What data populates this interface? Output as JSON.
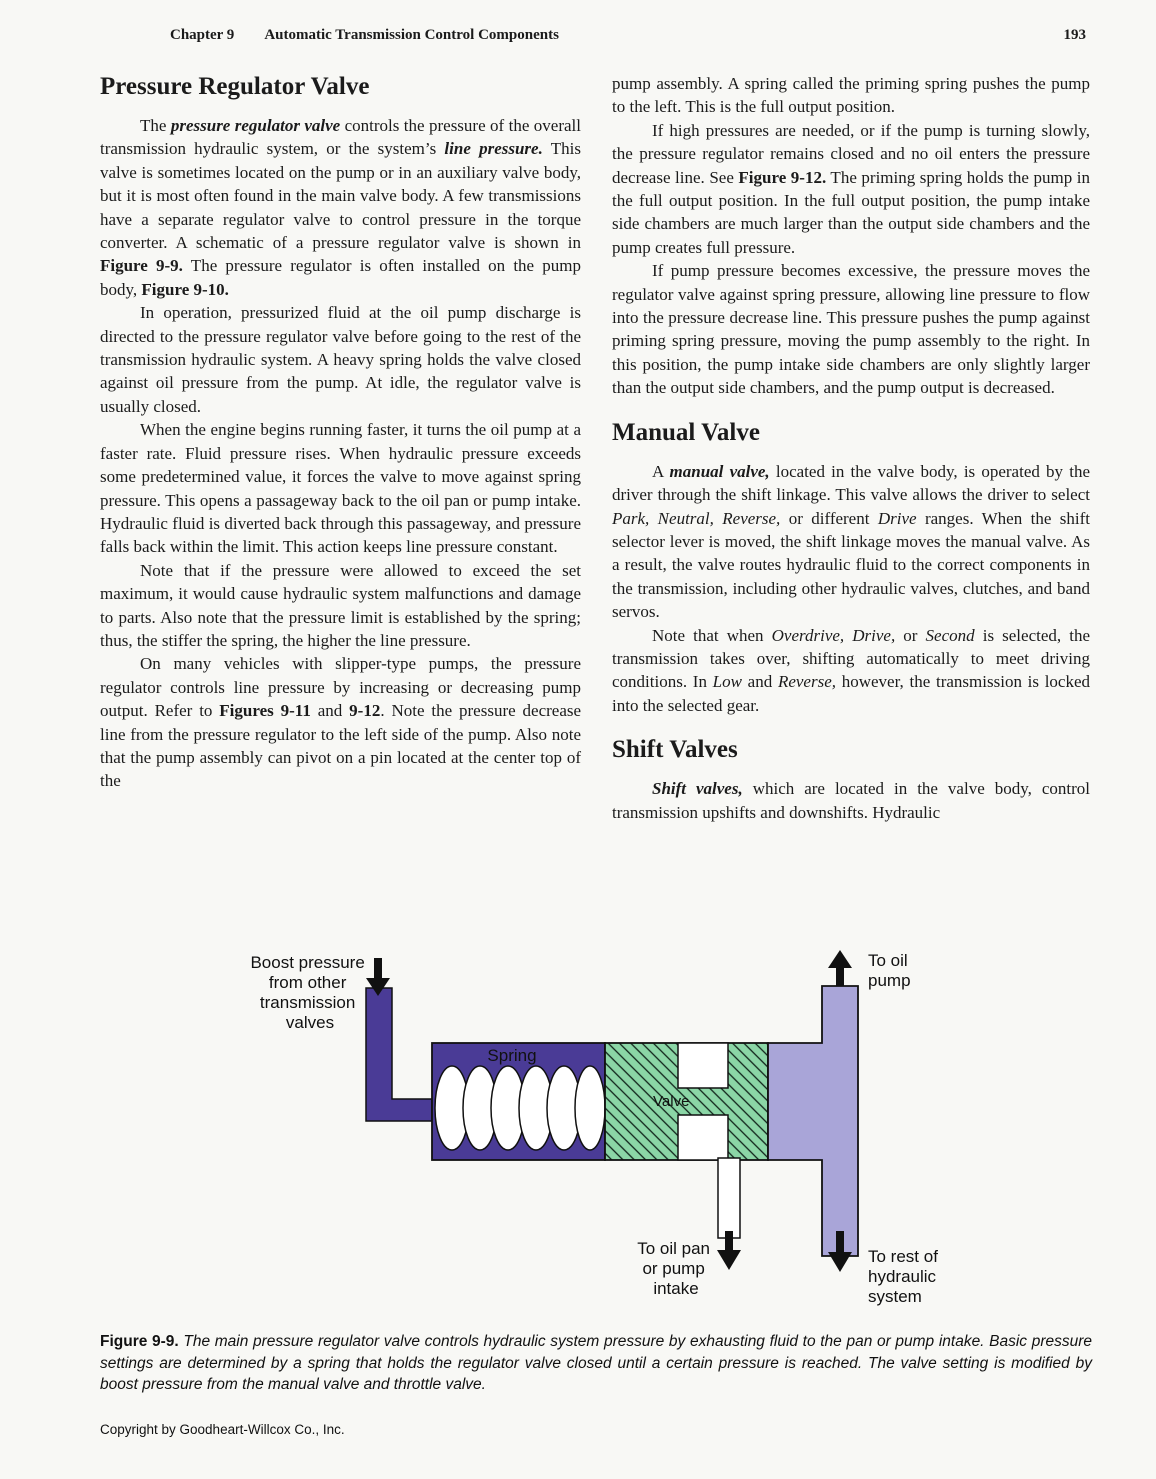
{
  "header": {
    "chapter": "Chapter 9",
    "title": "Automatic Transmission Control Components",
    "page_number": "193"
  },
  "left_column": {
    "heading": "Pressure Regulator Valve",
    "paragraphs": [
      [
        {
          "t": "The "
        },
        {
          "t": "pressure regulator valve",
          "b": true,
          "i": true
        },
        {
          "t": " controls the pressure of the overall transmission hydraulic system, or the system’s "
        },
        {
          "t": "line pressure.",
          "b": true,
          "i": true
        },
        {
          "t": " This valve is sometimes located on the pump or in an auxiliary valve body, but it is most often found in the main valve body. A few transmissions have a separate regulator valve to control pressure in the torque converter. A schematic of a pressure regulator valve is shown in "
        },
        {
          "t": "Figure 9-9.",
          "b": true
        },
        {
          "t": " The pressure regulator is often installed on the pump body, "
        },
        {
          "t": "Figure 9-10.",
          "b": true
        }
      ],
      [
        {
          "t": "In operation, pressurized fluid at the oil pump discharge is directed to the pressure regulator valve before going to the rest of the transmission hydraulic system. A heavy spring holds the valve closed against oil pressure from the pump. At idle, the regulator valve is usually closed."
        }
      ],
      [
        {
          "t": "When the engine begins running faster, it turns the oil pump at a faster rate. Fluid pressure rises. When hydraulic pressure exceeds some predetermined value, it forces the valve to move against spring pressure. This opens a passageway back to the oil pan or pump intake. Hydraulic fluid is diverted back through this passageway, and pressure falls back within the limit. This action keeps line pressure constant."
        }
      ],
      [
        {
          "t": "Note that if the pressure were allowed to exceed the set maximum, it would cause hydraulic system malfunctions and damage to parts. Also note that the pressure limit is established by the spring; thus, the stiffer the spring, the higher the line pressure."
        }
      ],
      [
        {
          "t": "On many vehicles with slipper-type pumps, the pressure regulator controls line pressure by increasing or decreasing pump output. Refer to "
        },
        {
          "t": "Figures 9-11",
          "b": true
        },
        {
          "t": " and "
        },
        {
          "t": "9-12",
          "b": true
        },
        {
          "t": ". Note the pressure decrease line from the pressure regulator to the left side of the pump. Also note that the pump assembly can pivot on a pin located at the center top of the"
        }
      ]
    ]
  },
  "right_column": {
    "continuation_paragraphs": [
      [
        {
          "t": "pump assembly. A spring called the priming spring pushes the pump to the left. This is the full output position."
        }
      ],
      [
        {
          "t": "If high pressures are needed, or if the pump is turning slowly, the pressure regulator remains closed and no oil enters the pressure decrease line. See "
        },
        {
          "t": "Figure 9-12.",
          "b": true
        },
        {
          "t": " The priming spring holds the pump in the full output position. In the full output position, the pump intake side chambers are much larger than the output side chambers and the pump creates full pressure."
        }
      ],
      [
        {
          "t": "If pump pressure becomes excessive, the pressure moves the regulator valve against spring pressure, allowing line pressure to flow into the pressure decrease line. This pressure pushes the pump against priming spring pressure, moving the pump assembly to the right. In this position, the pump intake side chambers are only slightly larger than the output side chambers, and the pump output is decreased."
        }
      ]
    ],
    "manual_valve": {
      "heading": "Manual Valve",
      "paragraphs": [
        [
          {
            "t": "A "
          },
          {
            "t": "manual valve,",
            "b": true,
            "i": true
          },
          {
            "t": " located in the valve body, is operated by the driver through the shift linkage. This valve allows the driver to select "
          },
          {
            "t": "Park, Neutral, Reverse,",
            "i": true
          },
          {
            "t": " or different "
          },
          {
            "t": "Drive",
            "i": true
          },
          {
            "t": " ranges. When the shift selector lever is moved, the shift linkage moves the manual valve. As a result, the valve routes hydraulic fluid to the correct components in the transmission, including other hydraulic valves, clutches, and band servos."
          }
        ],
        [
          {
            "t": "Note that when "
          },
          {
            "t": "Overdrive, Drive,",
            "i": true
          },
          {
            "t": " or "
          },
          {
            "t": "Second",
            "i": true
          },
          {
            "t": " is selected, the transmission takes over, shifting automatically to meet driving conditions. In "
          },
          {
            "t": "Low",
            "i": true
          },
          {
            "t": " and "
          },
          {
            "t": "Reverse,",
            "i": true
          },
          {
            "t": " however, the transmission is locked into the selected gear."
          }
        ]
      ]
    },
    "shift_valves": {
      "heading": "Shift Valves",
      "paragraphs": [
        [
          {
            "t": "Shift valves,",
            "b": true,
            "i": true
          },
          {
            "t": " which are located in the valve body, control transmission upshifts and downshifts. Hydraulic"
          }
        ]
      ]
    }
  },
  "figure": {
    "labels": {
      "boost": [
        "Boost pressure",
        "from other",
        "transmission",
        "valves"
      ],
      "to_oil_pump": [
        "To oil",
        "pump"
      ],
      "spring": "Spring",
      "valve": "Valve",
      "to_oil_pan": [
        "To oil pan",
        "or pump",
        "intake"
      ],
      "to_rest": [
        "To rest of",
        "hydraulic",
        "system"
      ]
    },
    "colors": {
      "boost_purple": "#4a3b96",
      "valve_green": "#8bd6a6",
      "channel_lavender": "#a9a5d8",
      "outline": "#111111"
    },
    "caption": [
      {
        "t": "Figure 9-9. ",
        "b": true
      },
      {
        "t": "The main pressure regulator valve controls hydraulic system pressure by exhausting fluid to the pan or pump intake. Basic pressure settings are determined by a spring that holds the regulator valve closed until a certain pressure is reached. The valve setting is modified by boost pressure from the manual valve and throttle valve.",
        "i": true
      }
    ]
  },
  "footer": "Copyright by Goodheart-Willcox Co., Inc."
}
